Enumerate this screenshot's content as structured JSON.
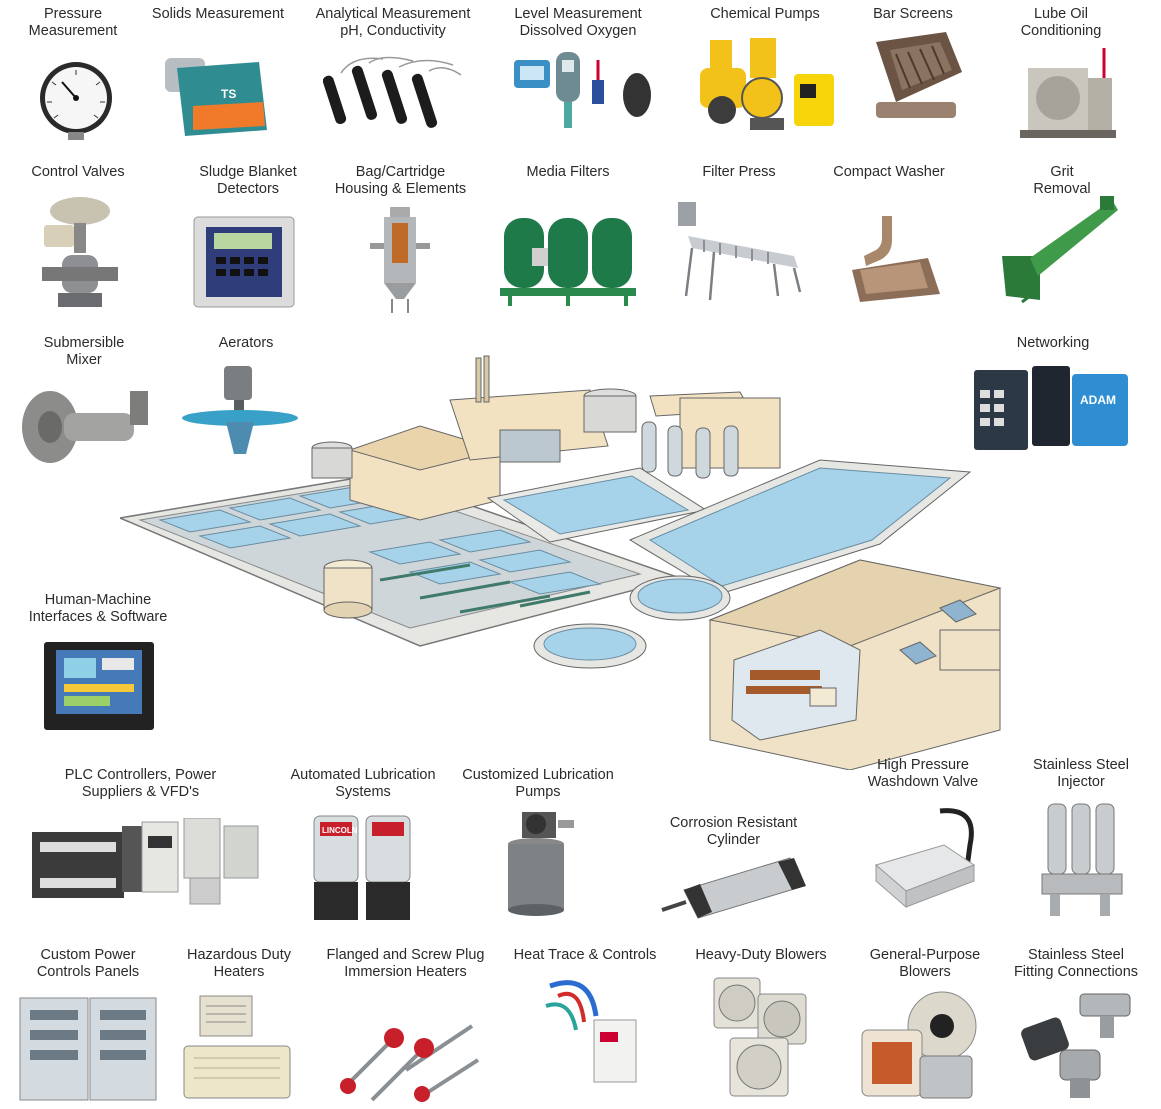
{
  "labels": {
    "pressure": "Pressure\nMeasurement",
    "solids": "Solids Measurement",
    "analytical": "Analytical Measurement\npH, Conductivity",
    "level": "Level Measurement\nDissolved Oxygen",
    "chem_pumps": "Chemical Pumps",
    "bar_screens": "Bar Screens",
    "lube_oil": "Lube Oil\nConditioning",
    "control_valves": "Control Valves",
    "sludge": "Sludge Blanket\nDetectors",
    "bag": "Bag/Cartridge\nHousing & Elements",
    "media": "Media Filters",
    "filter_press": "Filter Press",
    "compact_washer": "Compact Washer",
    "grit": "Grit\nRemoval",
    "mixer": "Submersible\nMixer",
    "aerators": "Aerators",
    "networking": "Networking",
    "hmi": "Human-Machine\nInterfaces & Software",
    "plc": "PLC Controllers, Power\nSuppliers & VFD's",
    "auto_lube": "Automated Lubrication\nSystems",
    "custom_lube": "Customized Lubrication\nPumps",
    "corrosion": "Corrosion Resistant\nCylinder",
    "washdown": "High Pressure\nWashdown Valve",
    "injector": "Stainless Steel\nInjector",
    "power_panels": "Custom Power\nControls Panels",
    "haz_heaters": "Hazardous Duty\nHeaters",
    "immersion": "Flanged and Screw Plug\nImmersion Heaters",
    "heat_trace": "Heat Trace & Controls",
    "hd_blowers": "Heavy-Duty Blowers",
    "gp_blowers": "General-Purpose\nBlowers",
    "fittings": "Stainless Steel\nFitting Connections"
  },
  "product_marks": {
    "solids": "TS",
    "lube": "LINCOLN",
    "network": "ADAM"
  },
  "colors": {
    "text": "#2b2b2b",
    "water": "#9fd0ea",
    "building": "#f2e2c2",
    "concrete": "#e6e6e3",
    "yellow_pump": "#f2c21b",
    "green_tank": "#1f7a4a",
    "teal": "#2aa39a",
    "heater_red": "#c8202b"
  }
}
